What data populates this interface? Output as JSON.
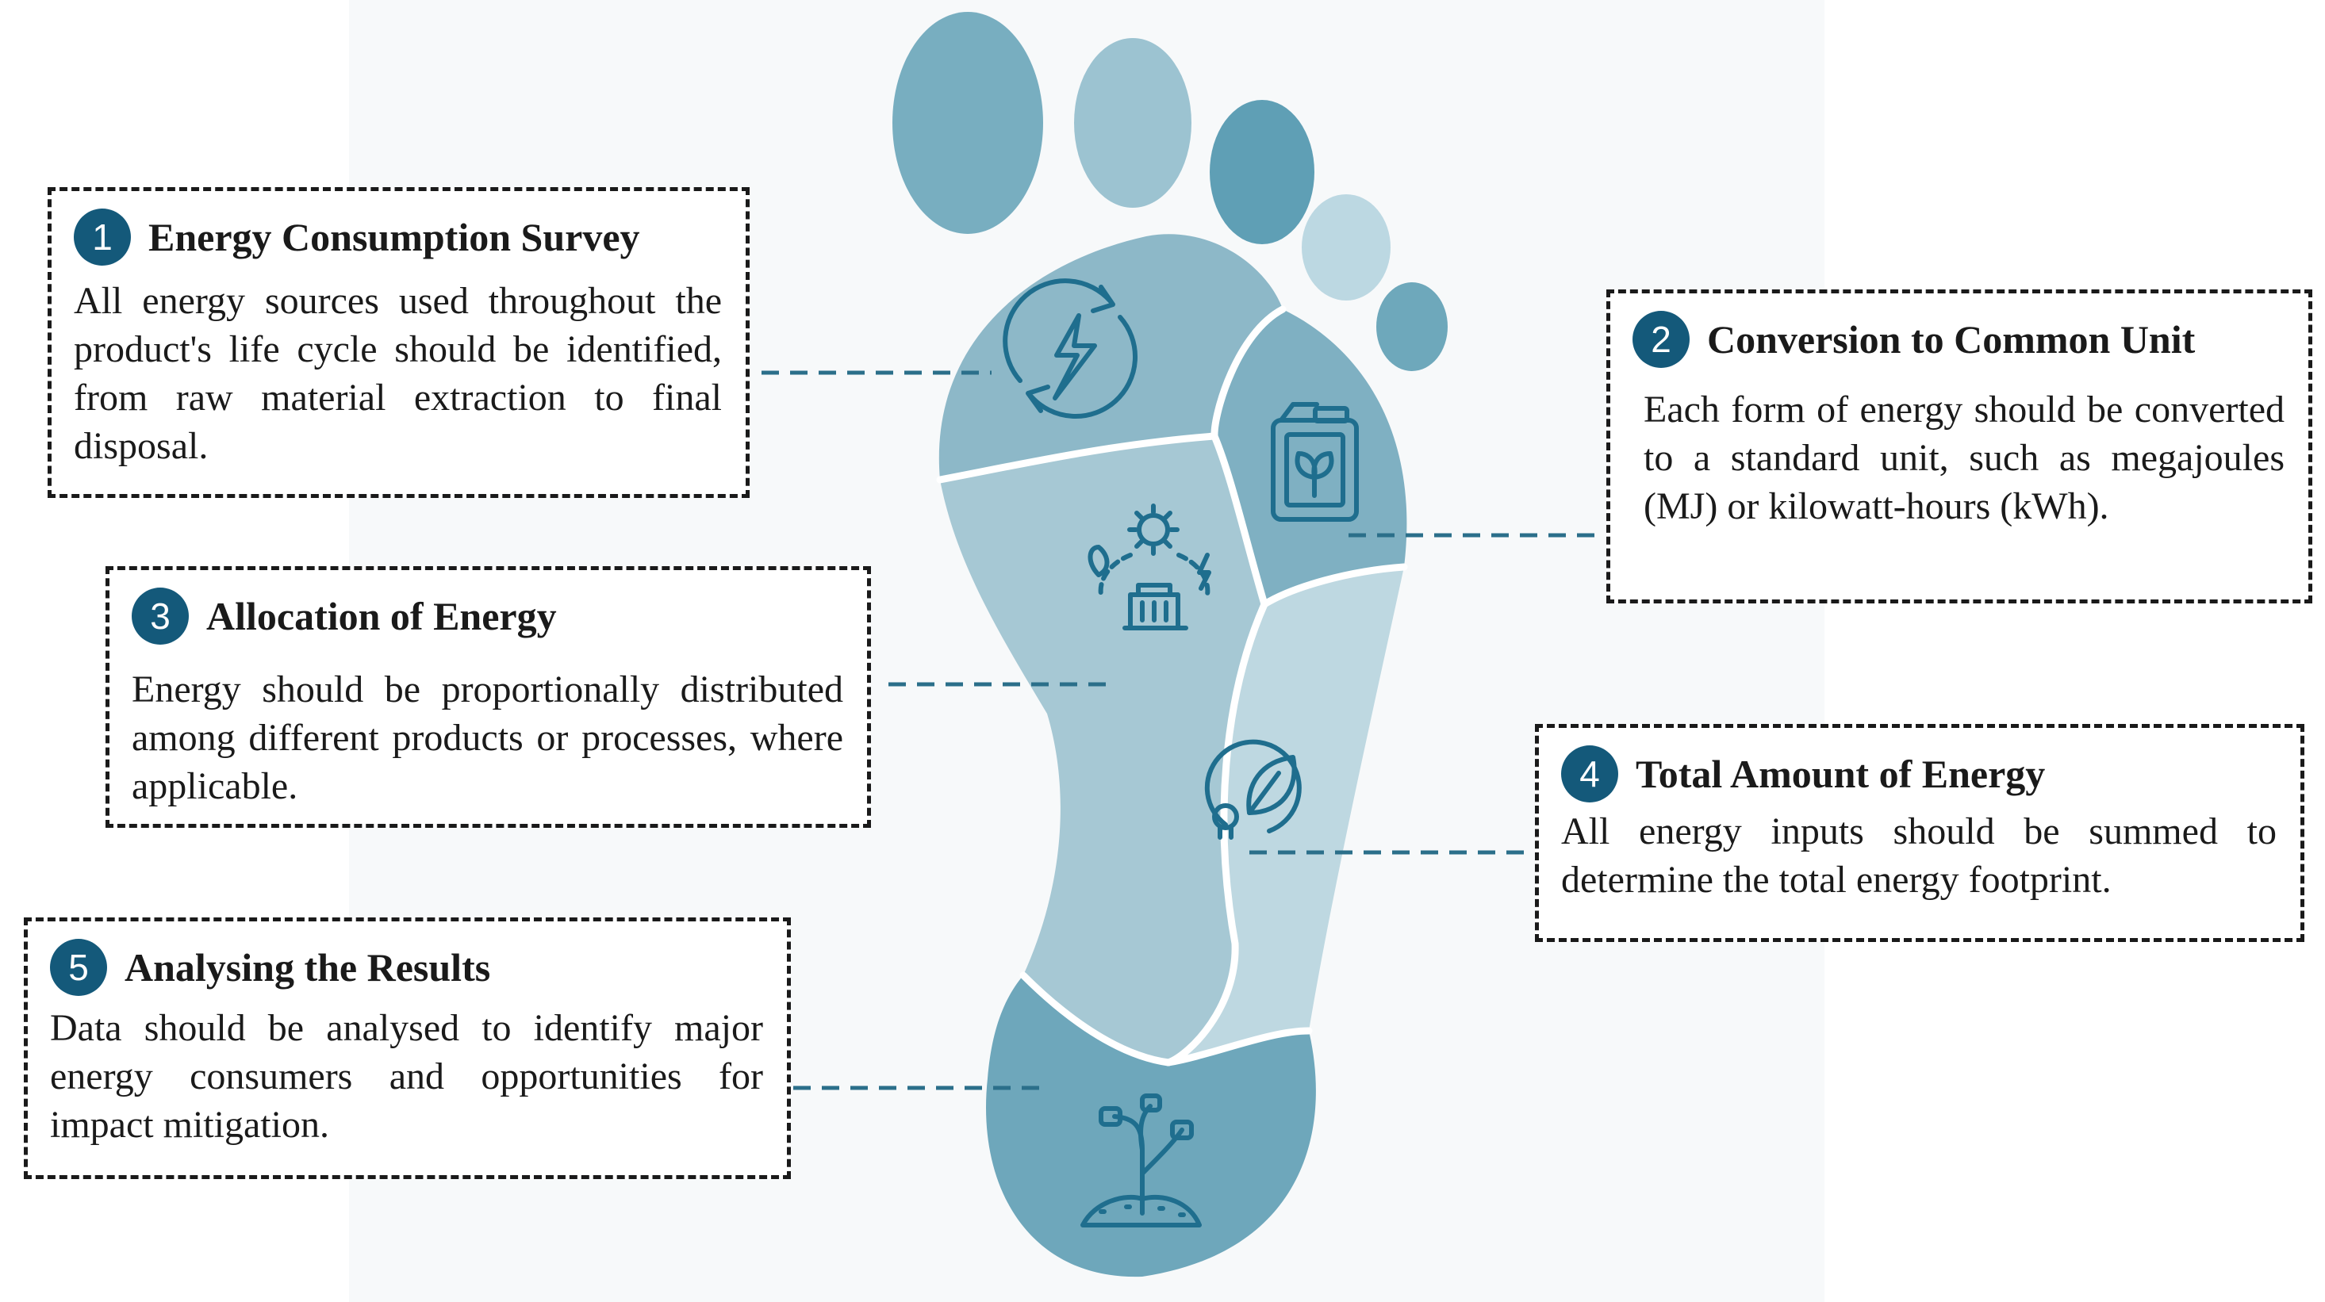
{
  "steps": [
    {
      "number": "1",
      "title": "Energy Consumption Survey",
      "text": "All energy sources used throughout the product's life cycle should be identified, from raw material extraction to final disposal.",
      "icon": "energy-cycle-icon"
    },
    {
      "number": "2",
      "title": "Conversion to Common Unit",
      "text": "Each form of energy should be converted to a standard unit, such as megajoules (MJ) or kilowatt-hours (kWh).",
      "icon": "fuel-canister-icon"
    },
    {
      "number": "3",
      "title": "Allocation of Energy",
      "text": "Energy should be proportionally distributed among different products or processes, where applicable.",
      "icon": "energy-allocation-icon"
    },
    {
      "number": "4",
      "title": "Total Amount of Energy",
      "text": "All energy inputs should be summed to determine the total energy footprint.",
      "icon": "eco-plug-icon"
    },
    {
      "number": "5",
      "title": "Analysing the Results",
      "text": "Data should be analysed to identify major energy consumers and opportunities for impact mitigation.",
      "icon": "plug-tree-icon"
    }
  ],
  "colors": {
    "toe_1": "#78aec0",
    "toe_2": "#9cc3d1",
    "toe_3": "#5f9fb5",
    "toe_4": "#bcd8e2",
    "toe_5": "#6ea8bb",
    "region_ball": "#8db8c8",
    "region_canister": "#7fb0c2",
    "region_middle": "#a6c8d4",
    "region_outer": "#bed8e1",
    "region_heel": "#6ea7bb",
    "icon_stroke": "#1f6e8e",
    "badge": "#14597a",
    "connector": "#2b6f8a"
  }
}
